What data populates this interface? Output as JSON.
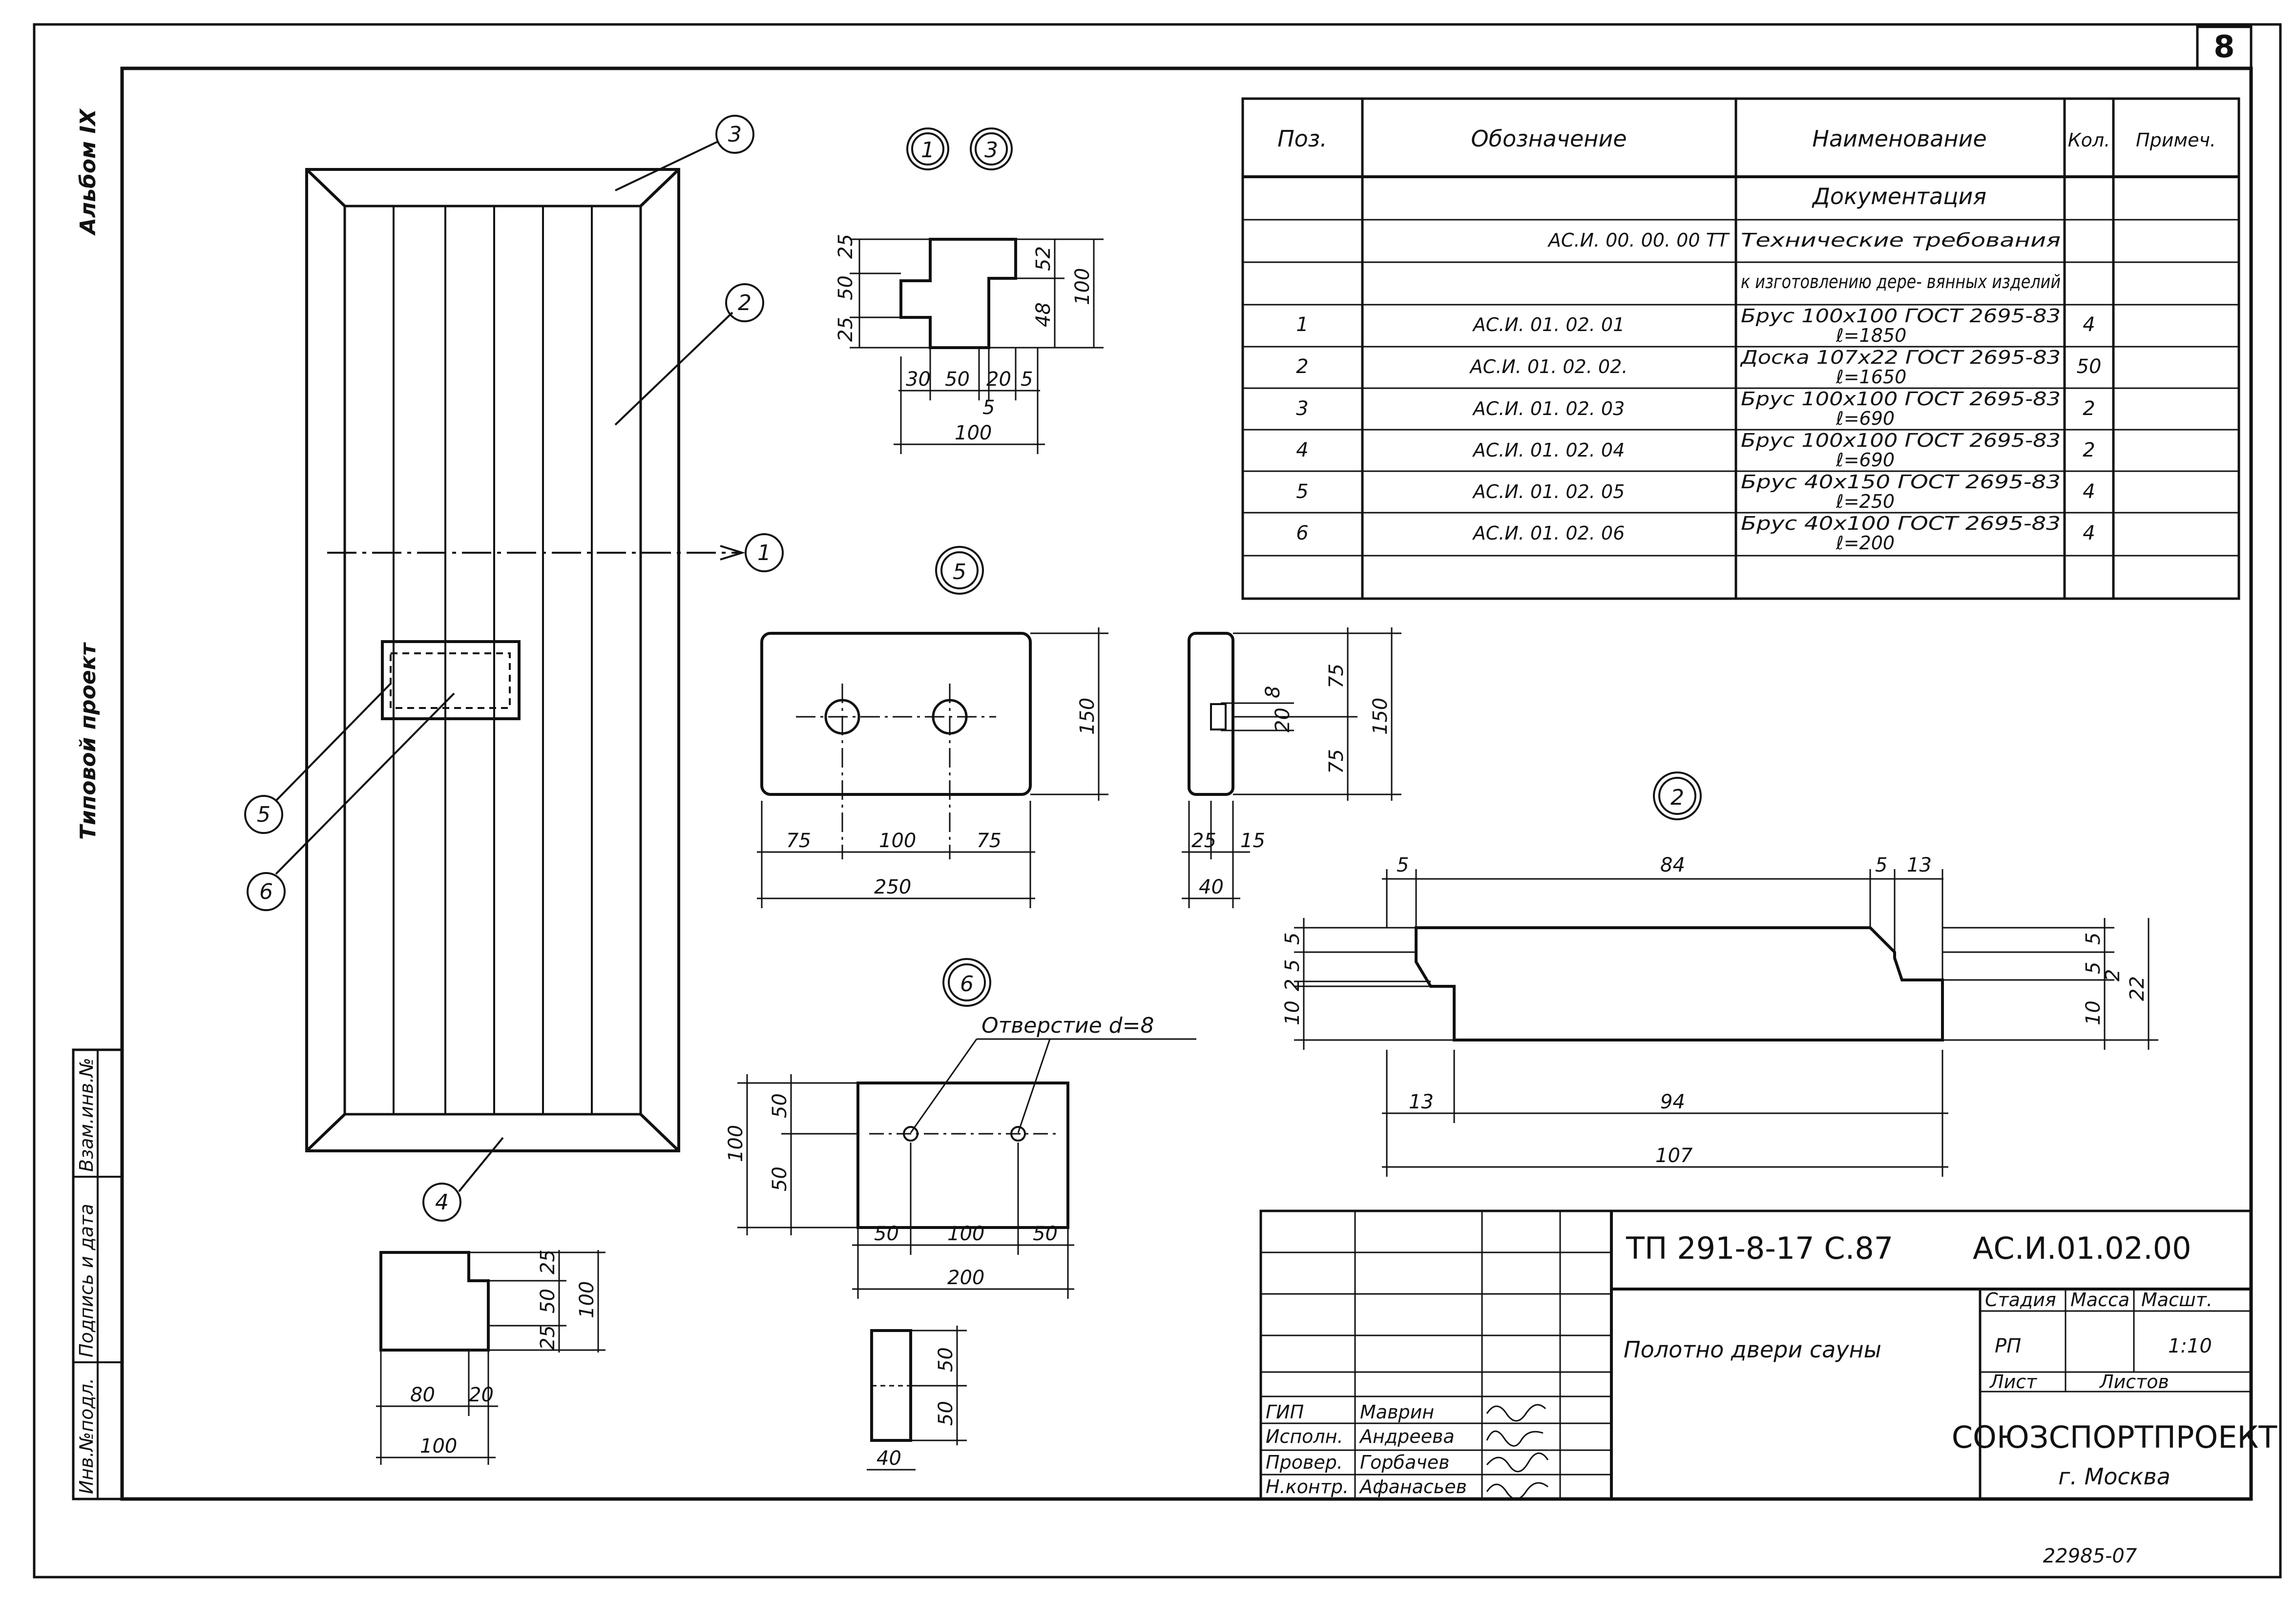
{
  "sheet_number": "8",
  "side_labels": {
    "album": "Альбом IX",
    "project_type": "Типовой проект",
    "inv_columns": [
      "Инв.№подл.",
      "Подпись и дата",
      "Взам.инв.№"
    ]
  },
  "callouts": [
    "1",
    "2",
    "3",
    "4",
    "5",
    "6"
  ],
  "detail_marks": {
    "d13_a": "1",
    "d13_b": "3",
    "d5": "5",
    "d2": "2",
    "d6": "6"
  },
  "detail_1_3_dims": {
    "left": [
      "25",
      "50",
      "25"
    ],
    "right_top": "52",
    "right_bottom": "48",
    "right_total": "100",
    "bottom": [
      "30",
      "50",
      "20",
      "5"
    ],
    "bottom_mid": "5",
    "total": "100"
  },
  "detail_4_dims": {
    "right": [
      "25",
      "50",
      "25"
    ],
    "total_right": "100",
    "bottom": [
      "80",
      "20"
    ],
    "total": "100"
  },
  "detail_5_dims": {
    "bottom": [
      "75",
      "100",
      "75"
    ],
    "total": "250",
    "height": "150",
    "side_right": [
      "75",
      "75"
    ],
    "side_total": "150",
    "hole": "8",
    "hole_gap": "20",
    "side_bottom": [
      "25",
      "15"
    ],
    "side_width": "40"
  },
  "detail_2_dims": {
    "top": [
      "5",
      "84",
      "5",
      "13"
    ],
    "left": [
      "5",
      "5",
      "2",
      "10"
    ],
    "right": [
      "5",
      "5",
      "2",
      "10"
    ],
    "height": "22",
    "bottom_a": "13",
    "bottom_b": "94",
    "total": "107"
  },
  "detail_6_dims": {
    "note": "Отверстие d=8",
    "left": [
      "50",
      "50"
    ],
    "height": "100",
    "bottom": [
      "50",
      "100",
      "50"
    ],
    "total": "200",
    "side_right": [
      "50",
      "50"
    ],
    "side_width": "40"
  },
  "spec_table": {
    "headers": [
      "Поз.",
      "Обозначение",
      "Наименование",
      "Кол.",
      "Примеч."
    ],
    "section": "Документация",
    "doc_rows": [
      {
        "code": "АС.И. 00. 00. 00 ТТ",
        "name": "Технические требования"
      },
      {
        "code": "",
        "name": "к изготовлению дере- вянных изделий"
      }
    ],
    "rows": [
      {
        "pos": "1",
        "code": "АС.И. 01. 02. 01",
        "name": "Брус 100х100 ГОСТ 2695-83",
        "sub": "ℓ=1850",
        "qty": "4"
      },
      {
        "pos": "2",
        "code": "АС.И. 01. 02. 02.",
        "name": "Доска 107х22 ГОСТ 2695-83",
        "sub": "ℓ=1650",
        "qty": "50"
      },
      {
        "pos": "3",
        "code": "АС.И. 01. 02. 03",
        "name": "Брус 100х100 ГОСТ 2695-83",
        "sub": "ℓ=690",
        "qty": "2"
      },
      {
        "pos": "4",
        "code": "АС.И. 01. 02. 04",
        "name": "Брус 100х100 ГОСТ 2695-83",
        "sub": "ℓ=690",
        "qty": "2"
      },
      {
        "pos": "5",
        "code": "АС.И. 01. 02. 05",
        "name": "Брус 40х150 ГОСТ 2695-83",
        "sub": "ℓ=250",
        "qty": "4"
      },
      {
        "pos": "6",
        "code": "АС.И. 01. 02. 06",
        "name": "Брус 40х100 ГОСТ 2695-83",
        "sub": "ℓ=200",
        "qty": "4"
      }
    ]
  },
  "title_block": {
    "project": "ТП 291-8-17 С.87",
    "designation": "АС.И.01.02.00",
    "name": "Полотно двери сауны",
    "stage_label": "Стадия",
    "mass_label": "Масса",
    "scale_label": "Масшт.",
    "stage": "РП",
    "mass": "",
    "scale": "1:10",
    "sheet_label": "Лист",
    "sheets_label": "Листов",
    "org": "СОЮЗСПОРТПРОЕКТ",
    "city": "г. Москва",
    "roles": [
      {
        "role": "ГИП",
        "person": "Маврин"
      },
      {
        "role": "Исполн.",
        "person": "Андреева"
      },
      {
        "role": "Провер.",
        "person": "Горбачев"
      },
      {
        "role": "Н.контр.",
        "person": "Афанасьев"
      }
    ]
  },
  "archive_number": "22985-07"
}
